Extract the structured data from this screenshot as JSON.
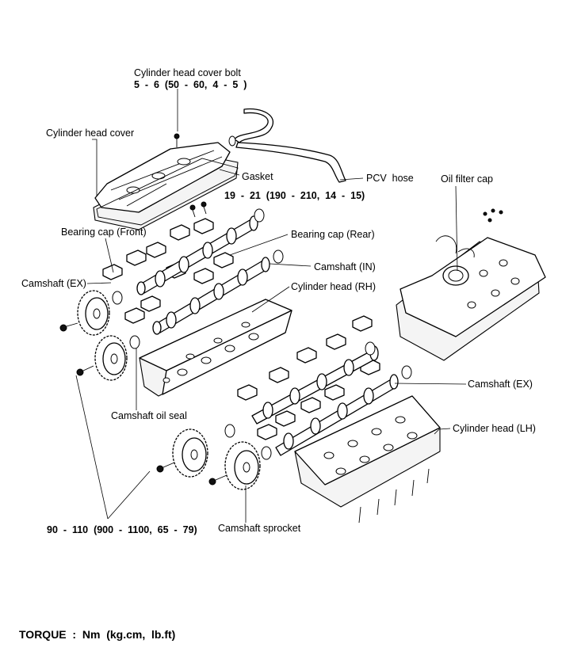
{
  "labels": {
    "cover_bolt": "Cylinder head cover bolt",
    "cover_bolt_torque": "5  -  6  (50  -  60,  4  -  5  )",
    "head_cover": "Cylinder head cover",
    "gasket": "Gasket",
    "pcv_hose": "PCV  hose",
    "torque_19_21": "19  -  21  (190  -  210,  14  -  15)",
    "oil_filter_cap": "Oil filter cap",
    "bearing_cap_front": "Bearing cap (Front)",
    "bearing_cap_rear": "Bearing cap (Rear)",
    "camshaft_in": "Camshaft (IN)",
    "camshaft_ex_left": "Camshaft (EX)",
    "cylinder_head_rh": "Cylinder head (RH)",
    "camshaft_ex_right": "Camshaft (EX)",
    "camshaft_oil_seal": "Camshaft oil seal",
    "cylinder_head_lh": "Cylinder head (LH)",
    "torque_90_110": "90  -  110  (900  -  1100,  65  -  79)",
    "camshaft_sprocket": "Camshaft sprocket"
  },
  "footer": {
    "torque_units": "TORQUE  :  Nm  (kg.cm,  lb.ft)"
  }
}
